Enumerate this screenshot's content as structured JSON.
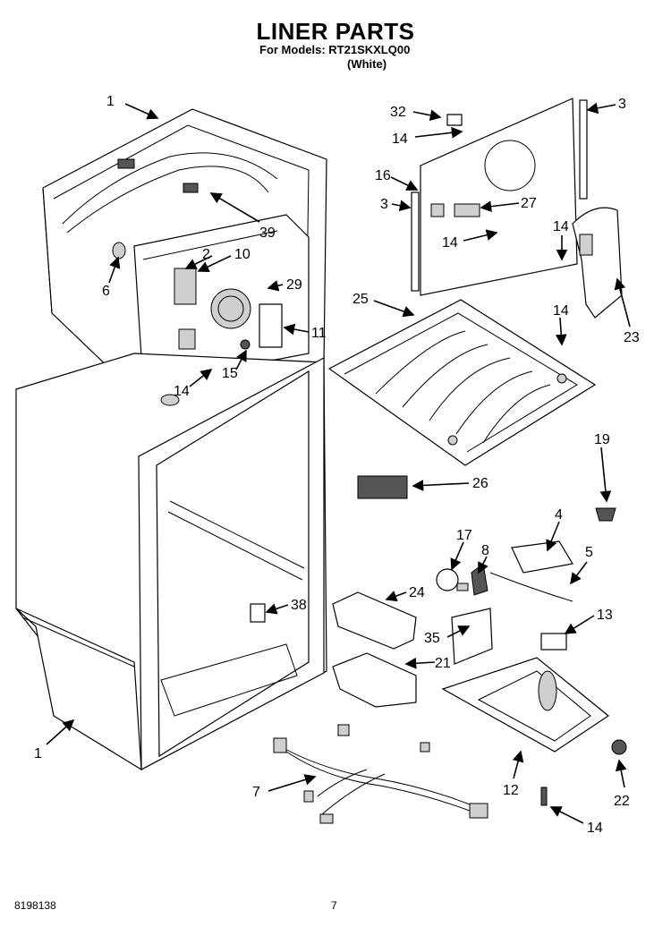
{
  "header": {
    "title": "LINER PARTS",
    "models_line": "For Models: RT21SKXLQ00",
    "color_line": "(White)"
  },
  "footer": {
    "doc_number": "8198138",
    "page_number": "7"
  },
  "callouts": {
    "c1_top": "1",
    "c39": "39",
    "c2": "2",
    "c10": "10",
    "c6": "6",
    "c29": "29",
    "c11": "11",
    "c15": "15",
    "c14_left": "14",
    "c32": "32",
    "c14_a": "14",
    "c3_right": "3",
    "c16": "16",
    "c3_left": "3",
    "c27": "27",
    "c14_b": "14",
    "c14_c": "14",
    "c23": "23",
    "c25": "25",
    "c14_d": "14",
    "c19": "19",
    "c26": "26",
    "c4": "4",
    "c17": "17",
    "c8": "8",
    "c5": "5",
    "c24": "24",
    "c38": "38",
    "c13": "13",
    "c35": "35",
    "c21": "21",
    "c1_bottom": "1",
    "c7": "7",
    "c12": "12",
    "c22": "22",
    "c14_e": "14"
  }
}
